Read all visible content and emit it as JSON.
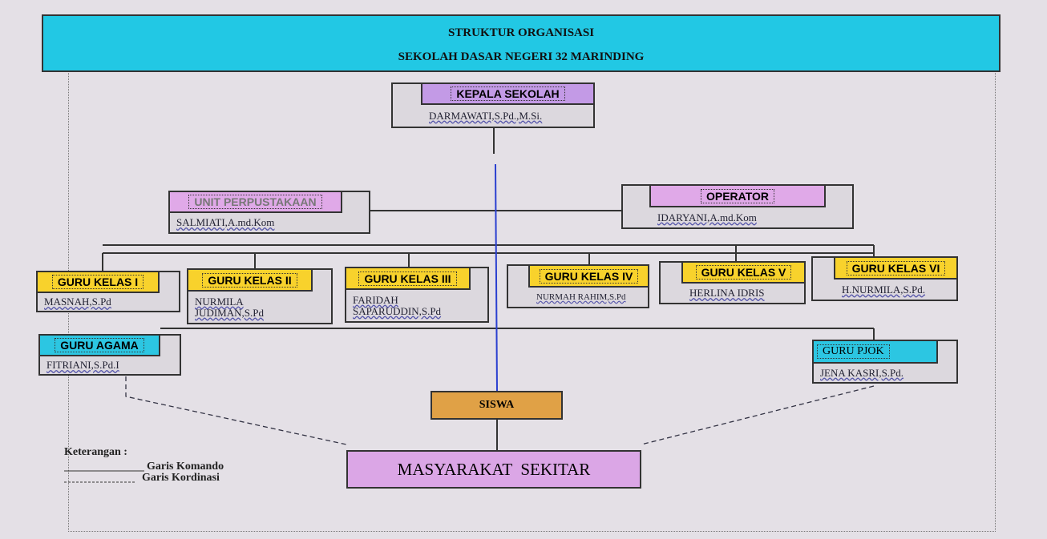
{
  "header": {
    "line1": "STRUKTUR ORGANISASI",
    "line2": "SEKOLAH DASAR NEGERI 32 MARINDING"
  },
  "kepala": {
    "title": "KEPALA SEKOLAH",
    "name": "DARMAWATI,S.Pd.,M.Si."
  },
  "perpustakaan": {
    "title": "UNIT PERPUSTAKAAN",
    "name": "SALMIATI,A.md.Kom"
  },
  "operator": {
    "title": "OPERATOR",
    "name": "IDARYANI,A.md.Kom"
  },
  "guru": [
    {
      "title": "GURU KELAS I",
      "name": "MASNAH,S.Pd"
    },
    {
      "title": "GURU KELAS II",
      "name": "NURMILA JUDIMAN,S.Pd"
    },
    {
      "title": "GURU KELAS III",
      "name": "FARIDAH SAPARUDDIN,S.Pd"
    },
    {
      "title": "GURU KELAS IV",
      "name": "NURMAH RAHIM,S.Pd"
    },
    {
      "title": "GURU KELAS V",
      "name": "HERLINA IDRIS"
    },
    {
      "title": "GURU KELAS VI",
      "name": "H.NURMILA,S.Pd."
    }
  ],
  "agama": {
    "title": "GURU AGAMA",
    "name": "FITRIANI,S.Pd.I"
  },
  "pjok": {
    "title": "GURU PJOK",
    "name": "JENA KASRI,S.Pd."
  },
  "siswa": "SISWA",
  "masyarakat": "MASYARAKAT  SEKITAR",
  "legend": {
    "title": "Keterangan :",
    "komando": "Garis Komando",
    "kordinasi": "Garis Kordinasi"
  }
}
